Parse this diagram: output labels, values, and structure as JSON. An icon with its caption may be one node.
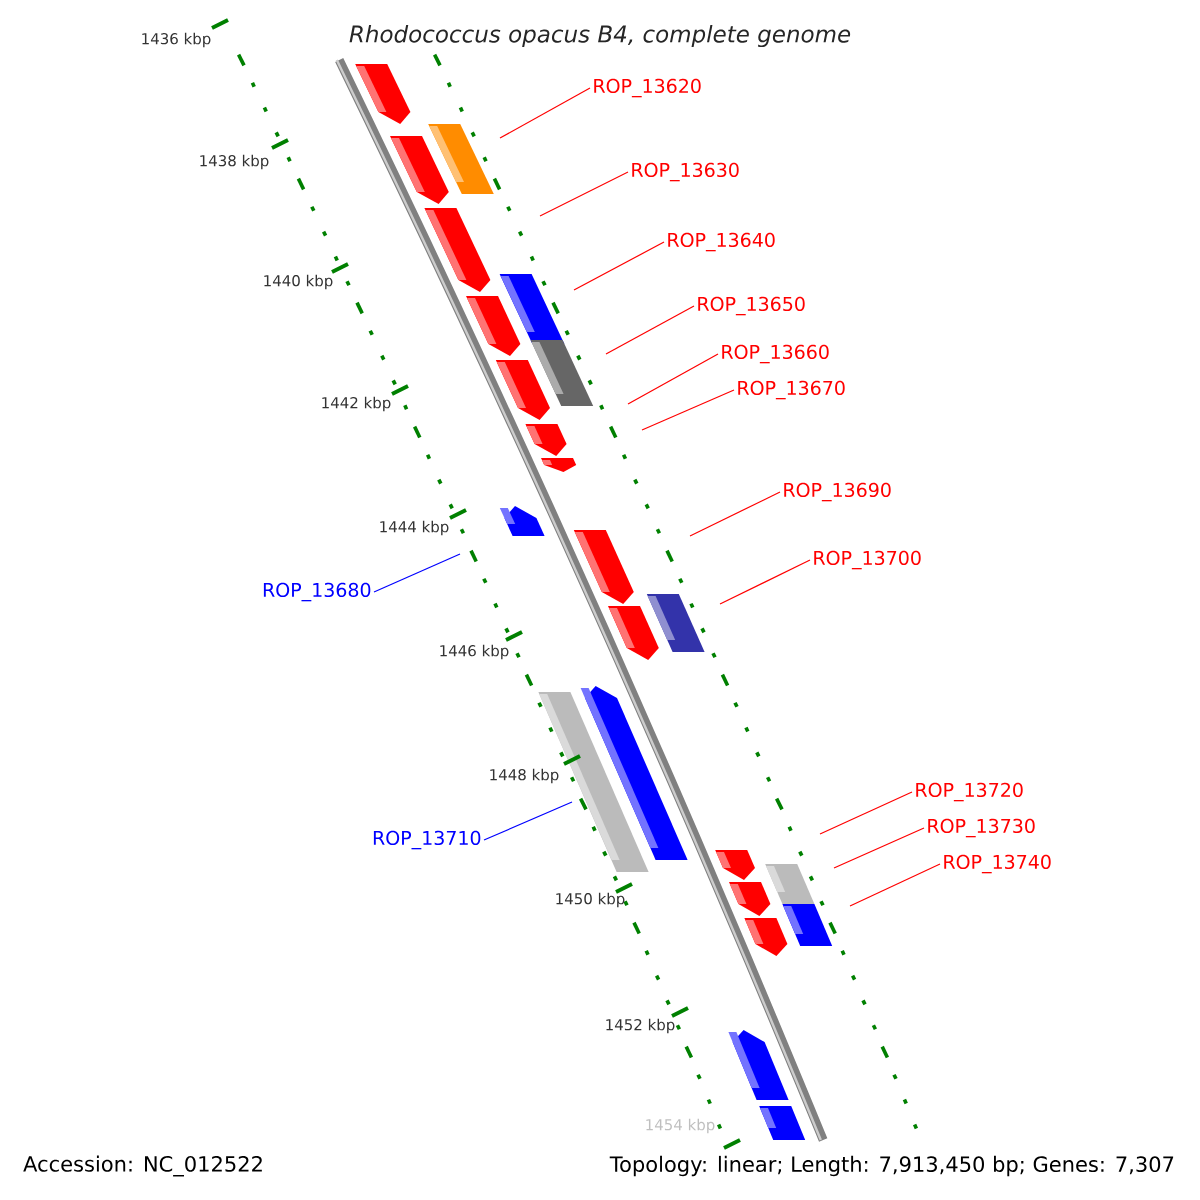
{
  "diagram": {
    "title": "Rhodococcus opacus B4, complete genome",
    "nodes": [
      {
        "text": [
          "ROP_13620"
        ]
      },
      {
        "text": [
          "ROP_13630"
        ]
      },
      {
        "text": [
          "ROP_13640"
        ]
      },
      {
        "text": [
          "ROP_13650"
        ]
      },
      {
        "text": [
          "ROP_13660"
        ]
      },
      {
        "text": [
          "ROP_13670"
        ]
      },
      {
        "text": [
          "ROP_13690"
        ]
      },
      {
        "text": [
          "ROP_13700"
        ]
      },
      {
        "text": [
          "ROP_13680"
        ]
      },
      {
        "text": [
          "ROP_13720"
        ]
      },
      {
        "text": [
          "ROP_13730"
        ]
      },
      {
        "text": [
          "ROP_13710"
        ]
      },
      {
        "text": [
          "ROP_13740"
        ]
      }
    ],
    "edges": [
      {
        "from": 0,
        "to": null,
        "arrow": "none"
      },
      {
        "from": 1,
        "to": null,
        "arrow": "none"
      },
      {
        "from": 2,
        "to": null,
        "arrow": "none"
      },
      {
        "from": 3,
        "to": null,
        "arrow": "none"
      },
      {
        "from": 4,
        "to": null,
        "arrow": "none"
      },
      {
        "from": 5,
        "to": null,
        "arrow": "none"
      },
      {
        "from": 6,
        "to": null,
        "arrow": "none"
      },
      {
        "from": 7,
        "to": null,
        "arrow": "none"
      },
      {
        "from": 8,
        "to": null,
        "arrow": "none",
        "color": "#0000ff"
      },
      {
        "from": 9,
        "to": null,
        "arrow": "none"
      },
      {
        "from": 10,
        "to": null,
        "arrow": "none"
      },
      {
        "from": 11,
        "to": null,
        "arrow": "none",
        "color": "#0000ff"
      },
      {
        "from": 12,
        "to": null,
        "arrow": "none"
      }
    ],
    "labels": [
      "1436 kbp",
      "1438 kbp",
      "1440 kbp",
      "1442 kbp",
      "1444 kbp",
      "1446 kbp",
      "1448 kbp",
      "1450 kbp",
      "1452 kbp",
      "1454 kbp",
      "Accession: NC_012522",
      "Topology: linear; Length: 7,913,450 bp; Genes: 7,307"
    ]
  }
}
